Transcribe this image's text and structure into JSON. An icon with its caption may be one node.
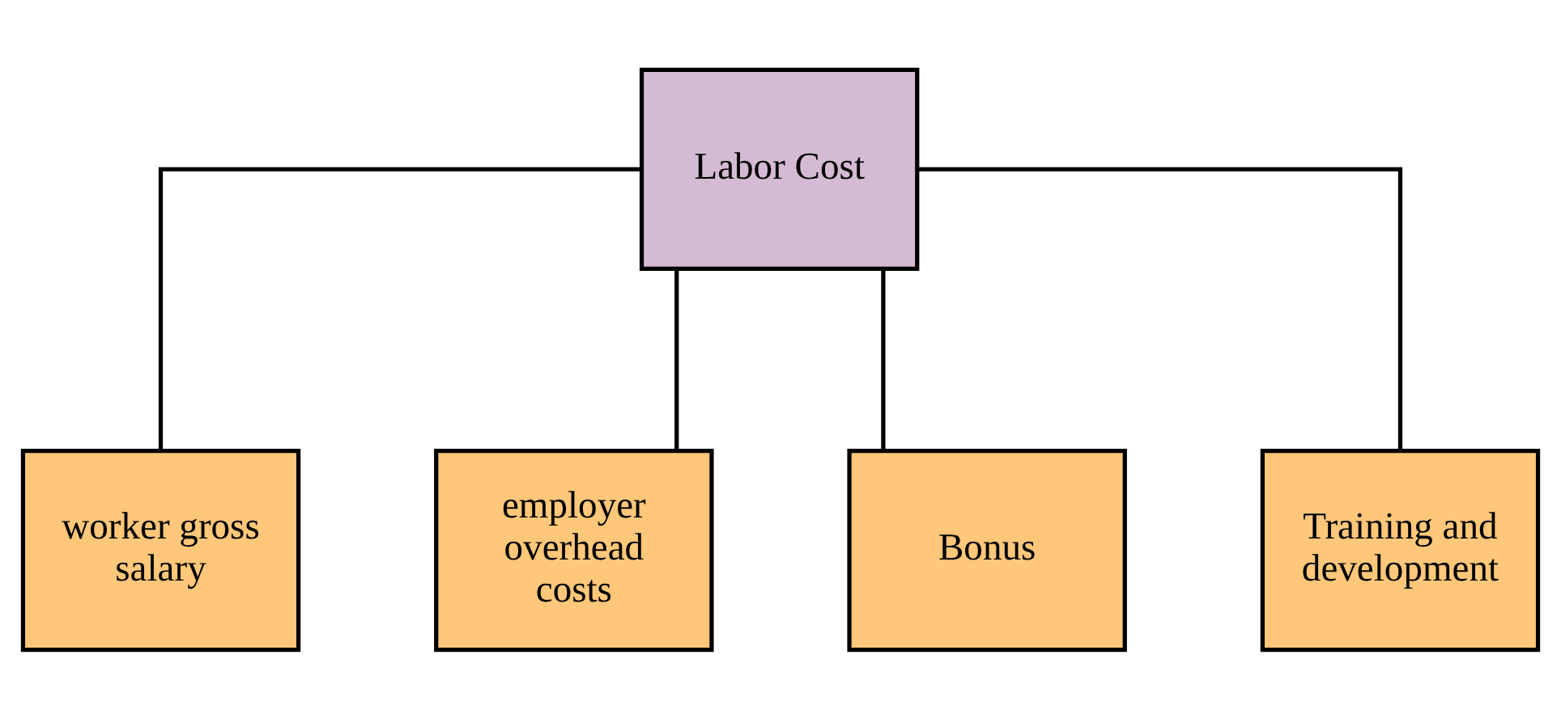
{
  "diagram": {
    "nodes": [
      {
        "text": [
          "Labor Cost"
        ]
      },
      {
        "text": [
          "worker gross salary"
        ]
      },
      {
        "text": [
          "employer overhead costs"
        ]
      },
      {
        "text": [
          "Bonus"
        ]
      },
      {
        "text": [
          "Training and development"
        ]
      }
    ],
    "edges": [
      {
        "from": 0,
        "to": 1,
        "arrow": "none"
      },
      {
        "from": 0,
        "to": 2,
        "arrow": "none"
      },
      {
        "from": 0,
        "to": 3,
        "arrow": "none"
      },
      {
        "from": 0,
        "to": 4,
        "arrow": "none"
      }
    ]
  }
}
